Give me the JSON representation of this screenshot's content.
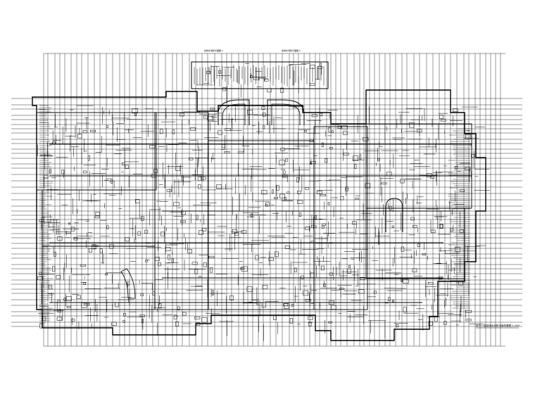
{
  "drawing": {
    "title": "地下一层给排水消防平面布置图  1:100",
    "top_labels": [
      "给排水消防平面图-1",
      "给排水消防平面图-2"
    ],
    "line_color": "#000000",
    "background": "#ffffff"
  }
}
